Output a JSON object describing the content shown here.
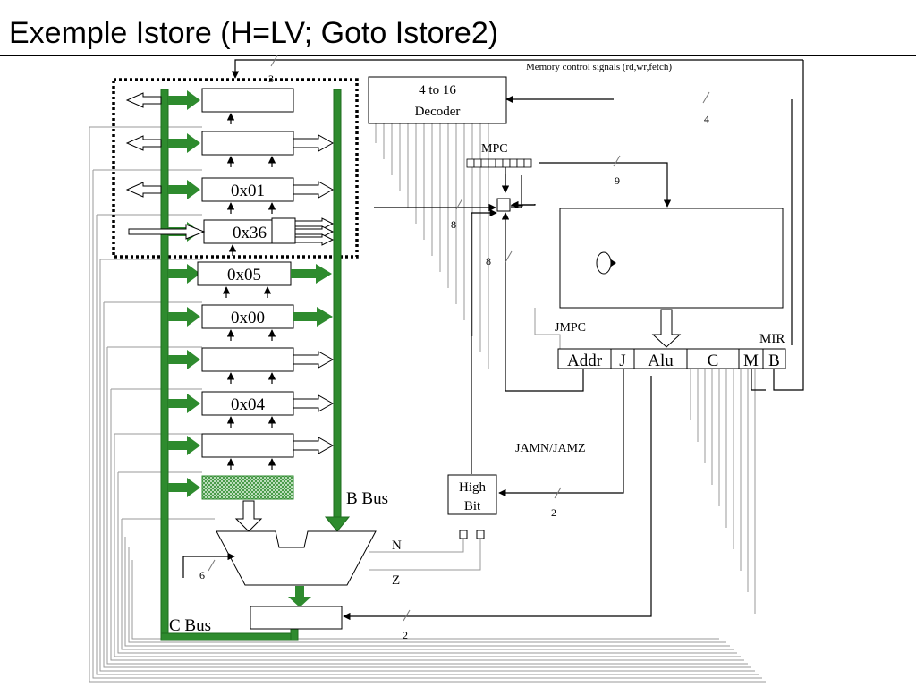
{
  "title": "Exemple Istore (H=LV; Goto Istore2)",
  "colors": {
    "bus": "#2e8b2e",
    "bus_dark": "#1f6e1f",
    "line": "#000000",
    "wire": "#9a9a9a"
  },
  "labels": {
    "memory_signals": "Memory control signals (rd,wr,fetch)",
    "decoder": [
      "4 to 16",
      "Decoder"
    ],
    "mpc": "MPC",
    "jmpc": "JMPC",
    "mir": "MIR",
    "jamn_jamz": "JAMN/JAMZ",
    "high_bit": [
      "High",
      "Bit"
    ],
    "b_bus": "B Bus",
    "c_bus": "C Bus",
    "n": "N",
    "z": "Z"
  },
  "registers": [
    "",
    "",
    "0x01",
    "0x36",
    "0x05",
    "0x00",
    "",
    "0x04",
    "",
    ""
  ],
  "mir_fields": [
    "Addr",
    "J",
    "Alu",
    "C",
    "M",
    "B"
  ],
  "wire_counts": {
    "top_loop": "3",
    "decoder_in": "4",
    "mpc_to_store": "9",
    "decoder_to_mux": "8",
    "addr_to_mux": "8",
    "to_high_bit": "2",
    "alu_control": "6",
    "shifter_control": "2"
  }
}
